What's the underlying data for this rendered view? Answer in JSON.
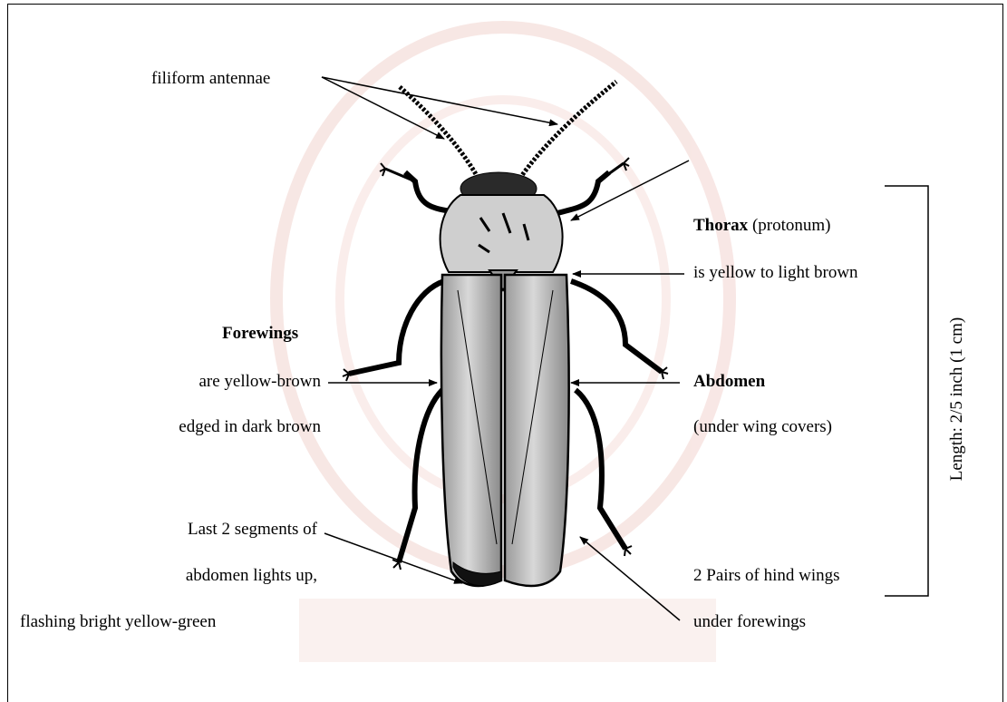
{
  "labels": {
    "antennae": "filiform antennae",
    "thorax_title": "Thorax",
    "thorax_paren": " (protonum)",
    "thorax_desc": "is yellow to light brown",
    "forewings_title": "Forewings",
    "forewings_line1": "are yellow-brown",
    "forewings_line2": "edged in dark brown",
    "abdomen_title": "Abdomen",
    "abdomen_desc": "(under wing covers)",
    "lights_line1": "Last 2 segments of",
    "lights_line2": "abdomen lights up,",
    "lights_line3": "flashing bright yellow-green",
    "hind_line1": "2 Pairs of  hind wings",
    "hind_line2": "under forewings",
    "length": "Length: 2/5 inch (1 cm)"
  },
  "colors": {
    "ink": "#000000",
    "wing_fill": "#bdbdbd",
    "watermark": "#f4d9d4"
  }
}
